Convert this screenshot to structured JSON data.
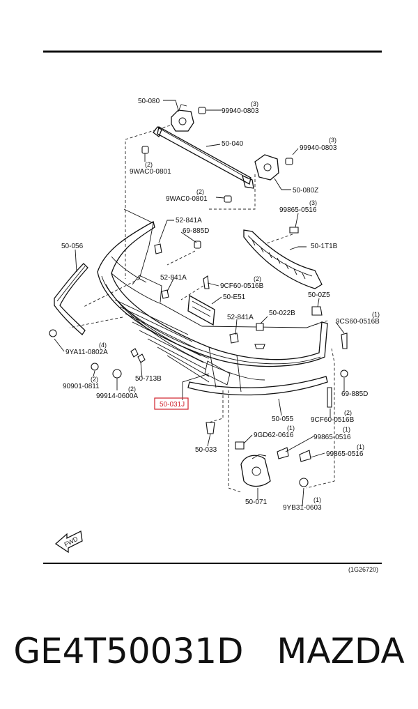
{
  "diagram": {
    "labels": {
      "p50_080": "50-080",
      "h99940_top": "99940-0803",
      "q3_top": "(3)",
      "p50_040": "50-040",
      "h99940_right": "99940-0803",
      "q3_right": "(3)",
      "q2_wac_left": "(2)",
      "h9wac_left": "9WAC0-0801",
      "p50_080z": "50-080Z",
      "q2_wac_mid": "(2)",
      "h9wac_mid": "9WAC0-0801",
      "q3_99865": "(3)",
      "h99865_top": "99865-0516",
      "p52_841a_top": "52-841A",
      "p69_885d_top": "69-885D",
      "p50_056": "50-056",
      "p50_1t1b": "50-1T1B",
      "p52_841a_mid": "52-841A",
      "q2_9cf_mid": "(2)",
      "h9cf_mid": "9CF60-0516B",
      "p50_e51": "50-E51",
      "p50_0z5": "50-0Z5",
      "p52_841a_low": "52-841A",
      "p50_022b": "50-022B",
      "q1_9cs": "(1)",
      "h9cs": "9CS60-0516B",
      "q4_9ya": "(4)",
      "h9ya": "9YA11-0802A",
      "q2_90901": "(2)",
      "h90901": "90901-0811",
      "p50_713b": "50-713B",
      "q2_99914": "(2)",
      "h99914": "99914-0600A",
      "p50_031j": "50-031J",
      "p69_885d_low": "69-885D",
      "p50_055": "50-055",
      "q2_9cf_low": "(2)",
      "h9cf_low": "9CF60-0516B",
      "q1_9gd": "(1)",
      "h9gd": "9GD62-0616",
      "q1_99865_a": "(1)",
      "h99865_a": "99865-0516",
      "q1_99865_b": "(1)",
      "h99865_b": "99865-0516",
      "p50_033": "50-033",
      "p50_071": "50-071",
      "q1_9yb": "(1)",
      "h9yb": "9YB31-0603",
      "fwd": "FWD",
      "ref": "(1G26720)"
    },
    "highlight_color": "#d0202a"
  },
  "caption": {
    "part_number": "GE4T50031D",
    "brand": "MAZDA"
  }
}
